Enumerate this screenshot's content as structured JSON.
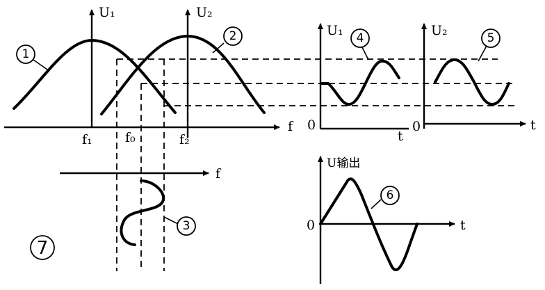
{
  "labels": {
    "u1_axis_left": "U₁",
    "u2_axis_left": "U₂",
    "f_axis_top": "f",
    "f1": "f₁",
    "f0": "f₀",
    "f2": "f₂",
    "f_axis_mid": "f",
    "u1_axis_right": "U₁",
    "u1_zero": "0",
    "u1_t": "t",
    "u2_axis_right": "U₂",
    "u2_zero": "0",
    "u2_t": "t",
    "uout_axis": "U输出",
    "uout_zero": "0",
    "uout_t": "t"
  },
  "markers": {
    "m1": "1",
    "m2": "2",
    "m3": "3",
    "m4": "4",
    "m5": "5",
    "m6": "6",
    "m7": "7"
  }
}
